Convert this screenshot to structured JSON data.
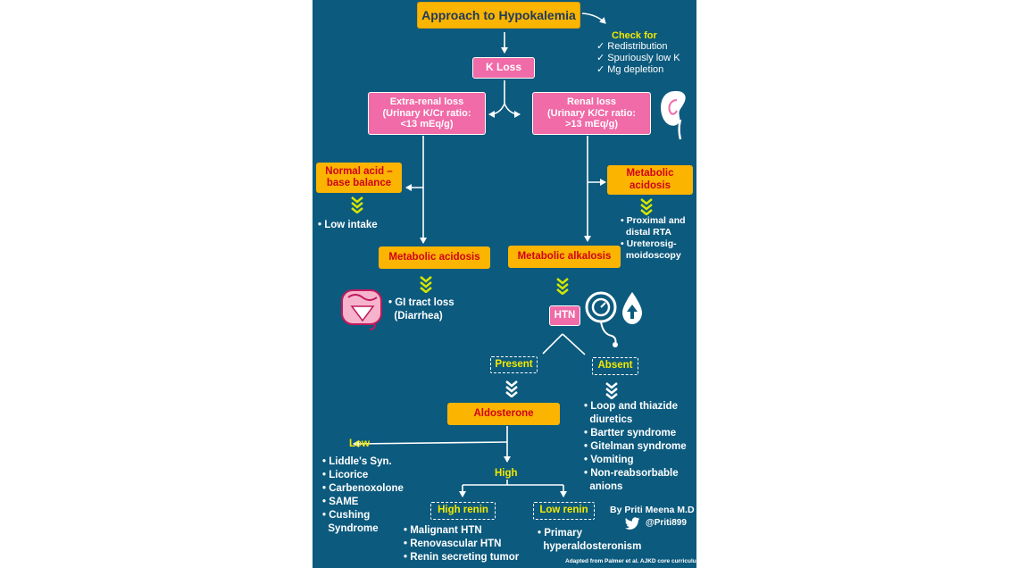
{
  "title": "Approach to Hypokalemia",
  "check_for": {
    "heading": "Check for",
    "items": [
      "✓ Redistribution",
      "✓ Spuriously low  K",
      "✓ Mg depletion"
    ]
  },
  "k_loss": "K  Loss",
  "extra_renal": {
    "title": "Extra-renal loss",
    "line2": "(Urinary K/Cr ratio:",
    "line3": "<13 mEq/g)"
  },
  "renal": {
    "title": "Renal loss",
    "line2": "(Urinary K/Cr ratio:",
    "line3": ">13 mEq/g)"
  },
  "normal_acid_base": {
    "line1": "Normal acid –",
    "line2": "base balance"
  },
  "low_intake": "• Low intake",
  "metabolic_acidosis_right": {
    "line1": "Metabolic",
    "line2": "acidosis"
  },
  "rta_items": [
    "• Proximal and",
    "  distal RTA",
    "• Ureterosig-",
    "  moidoscopy"
  ],
  "metabolic_acidosis": "Metabolic acidosis",
  "metabolic_alkalosis": "Metabolic alkalosis",
  "gi_loss": {
    "line1": "• GI tract loss",
    "line2": "  (Diarrhea)"
  },
  "htn": "HTN",
  "present": "Present",
  "absent": "Absent",
  "absent_items": [
    "• Loop and thiazide",
    "  diuretics",
    "• Bartter syndrome",
    "• Gitelman syndrome",
    "• Vomiting",
    "• Non-reabsorbable",
    "  anions"
  ],
  "aldosterone": "Aldosterone",
  "low": "Low",
  "low_items": [
    "• Liddle's Syn.",
    "• Licorice",
    "• Carbenoxolone",
    "• SAME",
    "• Cushing",
    "  Syndrome"
  ],
  "high": "High",
  "high_renin": "High renin",
  "low_renin": "Low renin",
  "high_renin_items": [
    "• Malignant HTN",
    "• Renovascular HTN",
    "• Renin secreting tumor"
  ],
  "low_renin_items": [
    "• Primary",
    "  hyperaldosteronism"
  ],
  "author": "By Priti Meena M.D",
  "handle": "@Priti899",
  "source": "Adapted from Palmer et al. AJKD core curriculum",
  "colors": {
    "panel": "#0c5a7e",
    "yellow_box": "#fbb400",
    "pink_box": "#f06ba8",
    "red_text": "#d0021b",
    "chevron": "#d4e600",
    "highlight_text": "#f4e900"
  },
  "icons": [
    "kidney-icon",
    "intestine-icon",
    "blood-pressure-monitor-icon",
    "blood-drop-up-arrow-icon",
    "twitter-bird-icon"
  ]
}
